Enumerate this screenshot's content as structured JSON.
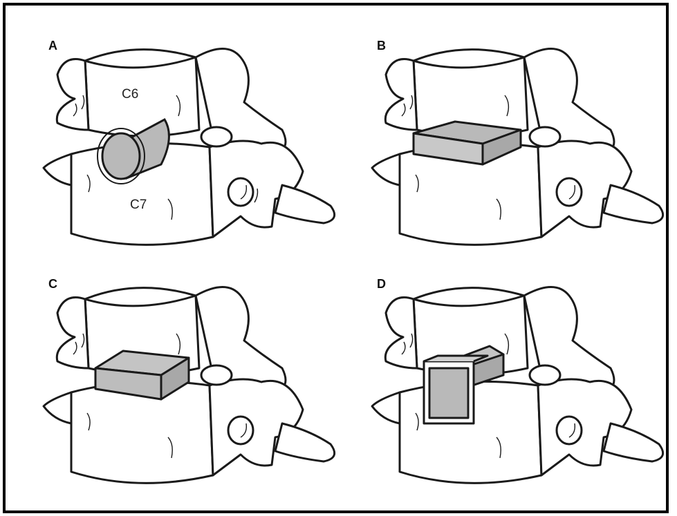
{
  "panels": [
    {
      "letter": "A",
      "implant": "cylinder",
      "labels": {
        "upper": "C6",
        "lower": "C7"
      }
    },
    {
      "letter": "B",
      "implant": "thin-box"
    },
    {
      "letter": "C",
      "implant": "tall-box"
    },
    {
      "letter": "D",
      "implant": "stepped-box"
    }
  ],
  "colors": {
    "line": "#1a1a1a",
    "implant_fill": "#b9b9b9",
    "bone_fill": "#ffffff",
    "border": "#000000"
  }
}
